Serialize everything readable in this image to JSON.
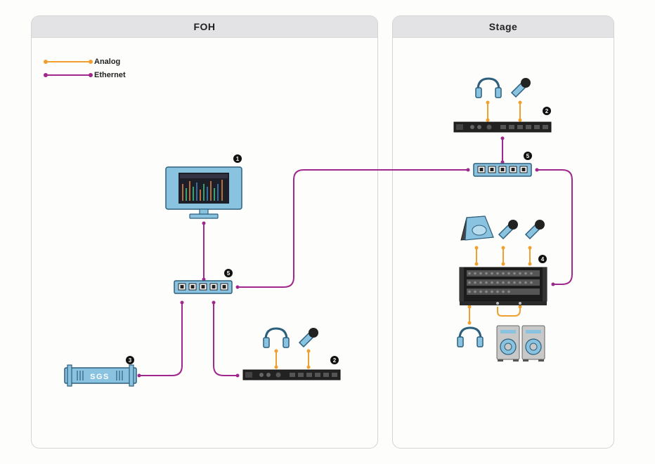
{
  "panels": {
    "foh": {
      "title": "FOH"
    },
    "stage": {
      "title": "Stage"
    }
  },
  "legend": {
    "analog": {
      "label": "Analog",
      "color": "#f0a030"
    },
    "ethernet": {
      "label": "Ethernet",
      "color": "#a0288c"
    }
  },
  "badges": {
    "monitor": "1",
    "stage_stagebox": "2",
    "foh_stagebox": "2",
    "server": "3",
    "stage_rack": "4",
    "foh_switch": "5",
    "stage_switch": "5"
  },
  "server": {
    "label": "SGS"
  },
  "colors": {
    "device_fill": "#89c3e0",
    "device_stroke": "#3a6f8f",
    "rack_dark": "#222222"
  }
}
